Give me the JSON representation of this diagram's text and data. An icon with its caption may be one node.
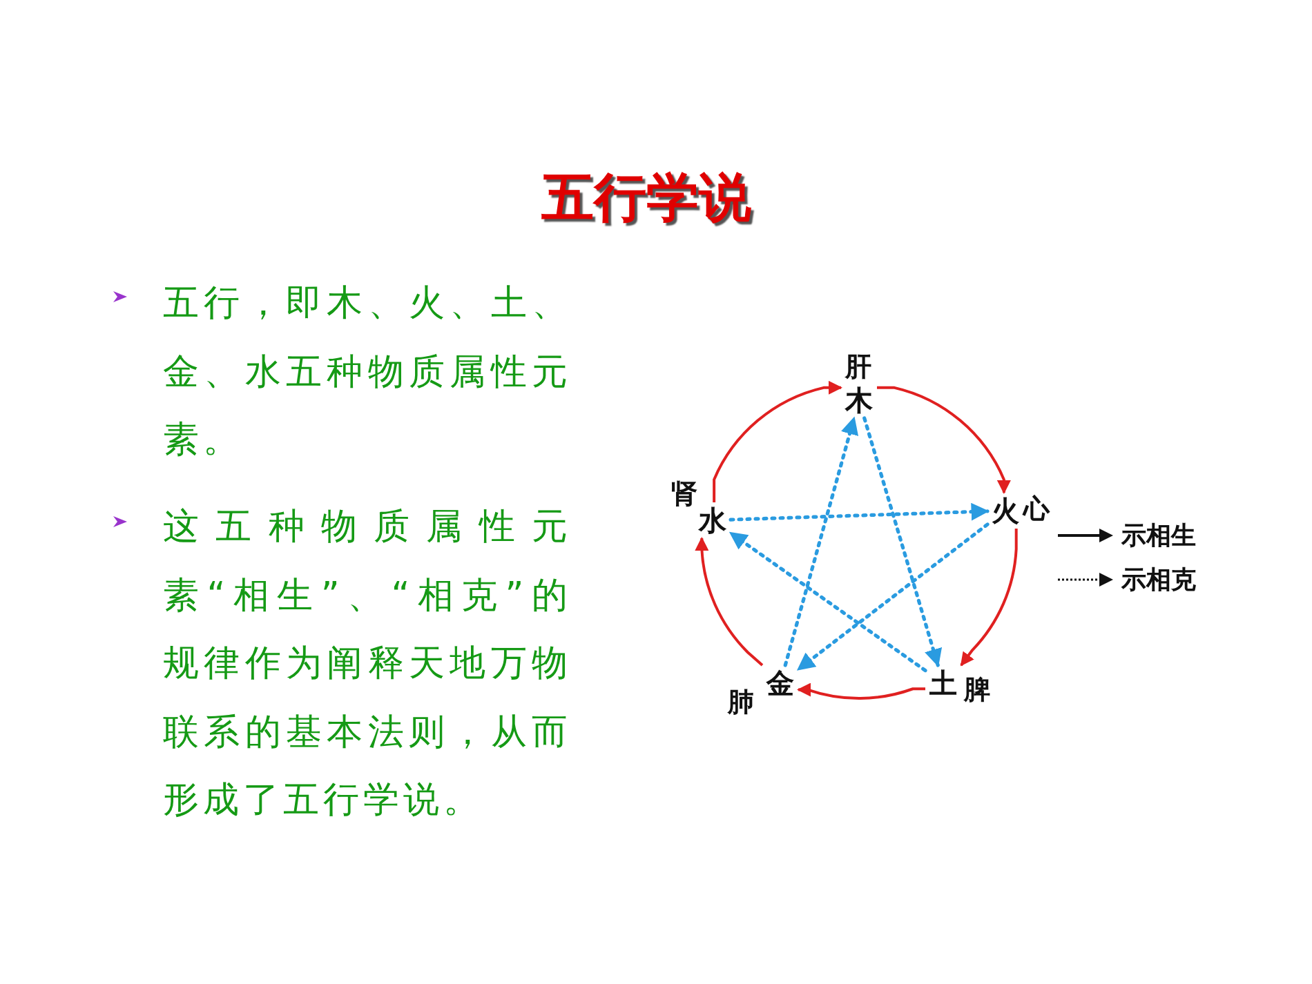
{
  "diagram": {
    "title": "五行学说",
    "nodes": [
      {
        "text": [
          "木"
        ],
        "beside": [
          "肝"
        ]
      },
      {
        "text": [
          "火"
        ],
        "beside": [
          "心"
        ]
      },
      {
        "text": [
          "土"
        ],
        "beside": [
          "脾"
        ]
      },
      {
        "text": [
          "金"
        ],
        "beside": [
          "肺"
        ]
      },
      {
        "text": [
          "水"
        ],
        "beside": [
          "肾"
        ]
      }
    ],
    "edges": [
      {
        "from": 0,
        "to": 1,
        "arrow": "to",
        "color": "#e02020"
      },
      {
        "from": 1,
        "to": 2,
        "arrow": "to",
        "color": "#e02020"
      },
      {
        "from": 2,
        "to": 3,
        "arrow": "to",
        "color": "#e02020"
      },
      {
        "from": 3,
        "to": 4,
        "arrow": "to",
        "color": "#e02020"
      },
      {
        "from": 4,
        "to": 0,
        "arrow": "to",
        "color": "#e02020"
      },
      {
        "from": 0,
        "to": 2,
        "arrow": "to",
        "style": "dashed",
        "color": "#2a9be0"
      },
      {
        "from": 2,
        "to": 4,
        "arrow": "to",
        "style": "dashed",
        "color": "#2a9be0"
      },
      {
        "from": 4,
        "to": 1,
        "arrow": "to",
        "style": "dashed",
        "color": "#2a9be0"
      },
      {
        "from": 1,
        "to": 3,
        "arrow": "to",
        "style": "dashed",
        "color": "#2a9be0"
      },
      {
        "from": 3,
        "to": 0,
        "arrow": "to",
        "style": "dashed",
        "color": "#2a9be0"
      }
    ],
    "labels": [
      "五行，即木、火、土、金、水五种物质属性元素。",
      "这五种物质属性元素“相生”、“相克”的规律作为阐释天地万物联系的基本法则，从而形成了五行学说。"
    ],
    "legend": [
      {
        "text": "示相生"
      },
      {
        "text": "示相克"
      }
    ]
  }
}
